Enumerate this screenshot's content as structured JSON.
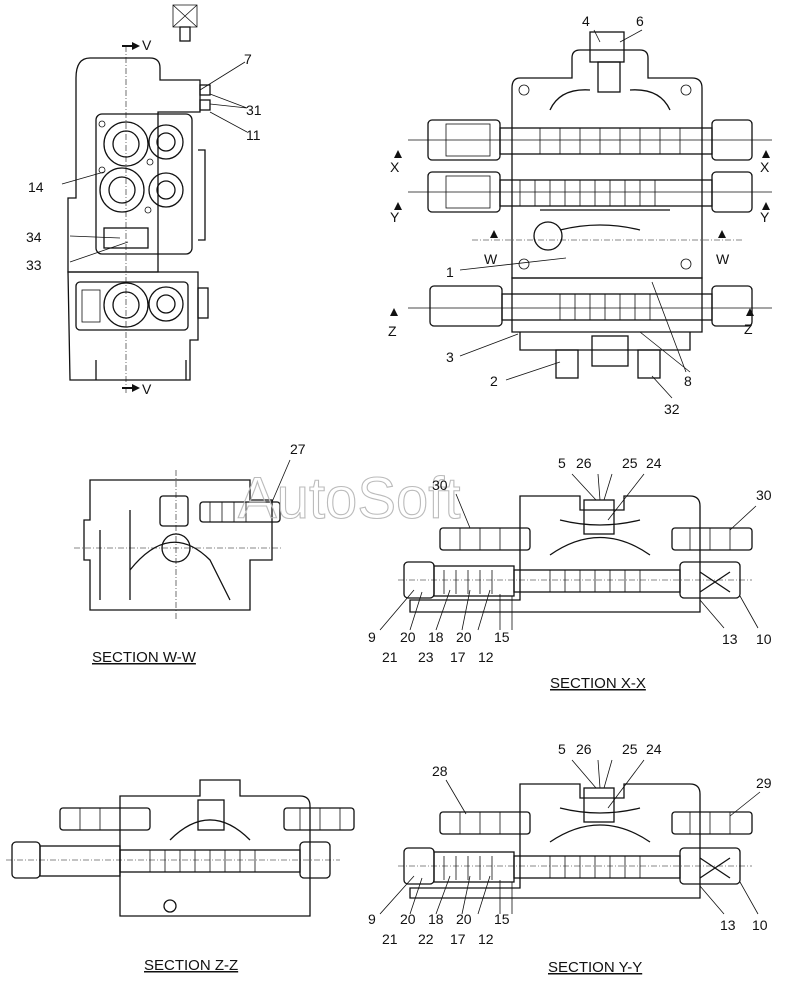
{
  "sections": {
    "ww": "SECTION W-W",
    "xx": "SECTION X-X",
    "zz": "SECTION Z-Z",
    "yy": "SECTION Y-Y"
  },
  "watermark": "AutoSoft",
  "markers": {
    "v_top": "V",
    "v_bottom": "V",
    "x_left": "X",
    "x_right": "X",
    "y_left": "Y",
    "y_right": "Y",
    "w_left": "W",
    "w_right": "W",
    "z_left": "Z",
    "z_right": "Z"
  },
  "callouts": {
    "side_view": [
      "7",
      "31",
      "11",
      "14",
      "34",
      "33"
    ],
    "front_view": [
      "4",
      "6",
      "1",
      "3",
      "2",
      "8",
      "32"
    ],
    "section_ww": [
      "27"
    ],
    "section_xx": [
      "5",
      "26",
      "25",
      "24",
      "30",
      "30",
      "9",
      "21",
      "20",
      "23",
      "18",
      "17",
      "20",
      "12",
      "15",
      "13",
      "10"
    ],
    "section_yy": [
      "5",
      "26",
      "25",
      "24",
      "28",
      "29",
      "9",
      "21",
      "20",
      "22",
      "18",
      "17",
      "20",
      "12",
      "15",
      "13",
      "10"
    ]
  }
}
